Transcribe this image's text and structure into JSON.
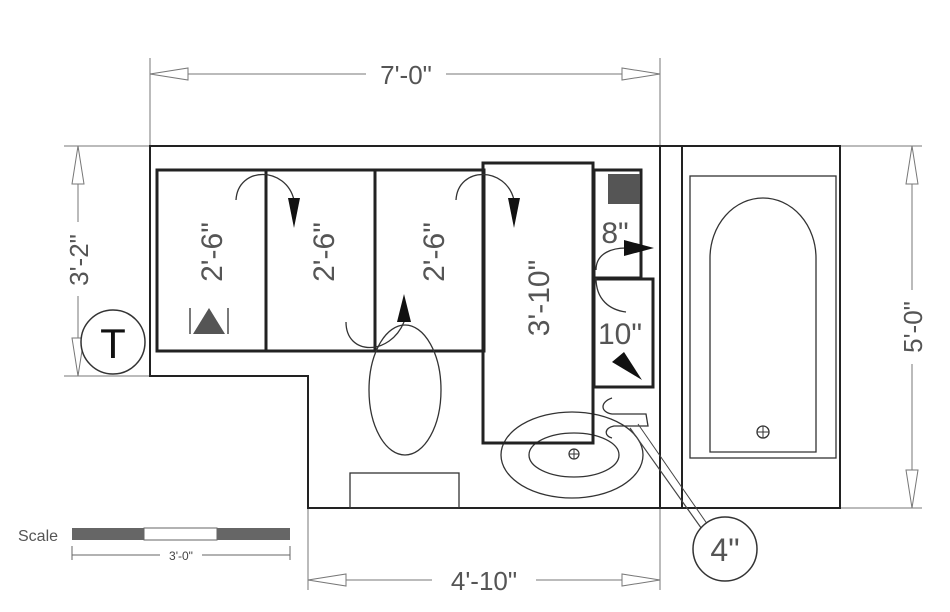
{
  "dimensions": {
    "top_width": "7'-0\"",
    "bottom_width": "4'-10\"",
    "left_height": "3'-2\"",
    "right_height": "5'-0\""
  },
  "cabinets": [
    {
      "label": "2'-6\""
    },
    {
      "label": "2'-6\""
    },
    {
      "label": "2'-6\""
    },
    {
      "label": "3'-10\""
    },
    {
      "label": "8\""
    },
    {
      "label": "10\""
    }
  ],
  "tags": {
    "corner_tag": "T",
    "callout": "4\""
  },
  "scale_bar": {
    "label": "Scale",
    "length": "3'-0\""
  }
}
